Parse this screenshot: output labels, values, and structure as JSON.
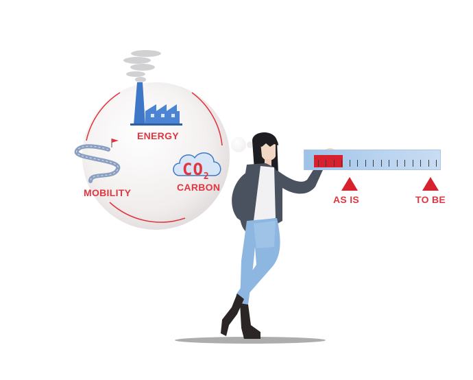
{
  "labels": {
    "energy": "ENERGY",
    "mobility": "MOBILITY",
    "carbon": "CARBON",
    "co2_main": "CO",
    "co2_sub": "2"
  },
  "scale": {
    "as_is": "AS IS",
    "to_be": "TO BE",
    "fill_fraction": 0.3,
    "tick_count": 16
  },
  "colors": {
    "accent_red": "#e0363f",
    "marker_red": "#d7212f",
    "factory_blue": "#3f77c8",
    "scale_blue": "#b9d3ef",
    "jacket_grey": "#4a5260",
    "jeans_blue": "#8db7e0"
  },
  "icons": {
    "factory": "factory-icon",
    "winding_road": "winding-road-icon",
    "cloud": "cloud-icon",
    "flag": "flag-icon"
  }
}
